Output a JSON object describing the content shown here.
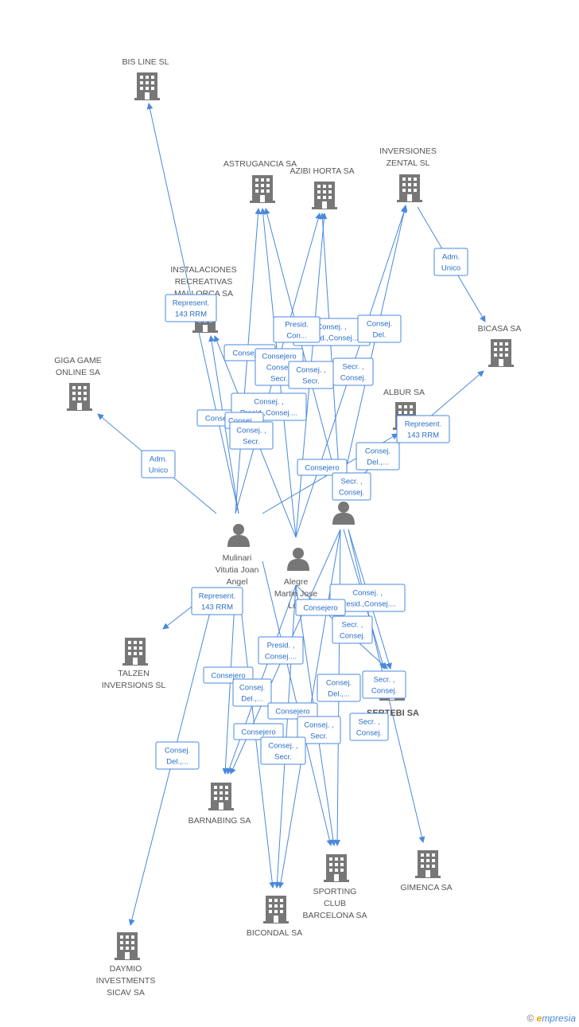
{
  "colors": {
    "edge": "#4a89dc",
    "icon": "#777777",
    "highlight": "#e8573a",
    "label": "#555555"
  },
  "nodes": [
    {
      "id": "bisline",
      "type": "company",
      "lines": [
        "BIS LINE SL"
      ]
    },
    {
      "id": "astrugancia",
      "type": "company",
      "lines": [
        "ASTRUGANCIA SA"
      ]
    },
    {
      "id": "azibi",
      "type": "company",
      "lines": [
        "AZIBI HORTA SA"
      ]
    },
    {
      "id": "zental",
      "type": "company",
      "lines": [
        "INVERSIONES",
        "ZENTAL SL"
      ]
    },
    {
      "id": "instalaciones",
      "type": "company",
      "lines": [
        "INSTALACIONES",
        "RECREATIVAS",
        "MALLORCA SA"
      ]
    },
    {
      "id": "bicasa",
      "type": "company",
      "lines": [
        "BICASA SA"
      ]
    },
    {
      "id": "giga",
      "type": "company",
      "lines": [
        "GIGA GAME",
        "ONLINE SA"
      ]
    },
    {
      "id": "albur",
      "type": "company",
      "lines": [
        "ALBUR SA"
      ]
    },
    {
      "id": "mulinari",
      "type": "person",
      "lines": [
        "Mulinari",
        "Vitutia Joan",
        "Angel"
      ]
    },
    {
      "id": "alegre",
      "type": "person",
      "lines": [
        "Alegre",
        "Martin Jose",
        "Luis"
      ]
    },
    {
      "id": "p3",
      "type": "person",
      "lines": []
    },
    {
      "id": "talzen",
      "type": "company",
      "lines": [
        "TALZEN",
        "INVERSIONS SL"
      ]
    },
    {
      "id": "sertebi",
      "type": "company",
      "main": true,
      "lines": [
        "SERTEBI SA"
      ]
    },
    {
      "id": "barnabing",
      "type": "company",
      "lines": [
        "BARNABING SA"
      ]
    },
    {
      "id": "sporting",
      "type": "company",
      "lines": [
        "SPORTING",
        "CLUB",
        "BARCELONA SA"
      ]
    },
    {
      "id": "gimenca",
      "type": "company",
      "lines": [
        "GIMENCA SA"
      ]
    },
    {
      "id": "bicondal",
      "type": "company",
      "lines": [
        "BICONDAL SA"
      ]
    },
    {
      "id": "daymio",
      "type": "company",
      "lines": [
        "DAYMIO",
        "INVESTMENTS",
        "SICAV SA"
      ]
    }
  ],
  "roles": [
    {
      "lines": [
        "Represent.",
        "143 RRM"
      ]
    },
    {
      "lines": [
        "Adm.",
        "Unico"
      ]
    },
    {
      "lines": [
        "Adm.",
        "Unico"
      ]
    },
    {
      "lines": [
        "Consej. ,",
        "Presid.,Consej...."
      ]
    },
    {
      "lines": [
        "Presid.",
        "Con..."
      ]
    },
    {
      "lines": [
        "Consej.",
        "Del."
      ]
    },
    {
      "lines": [
        "Consejero"
      ]
    },
    {
      "lines": [
        "Consej...."
      ]
    },
    {
      "lines": [
        "Consejero",
        "Consej.",
        "Secr."
      ]
    },
    {
      "lines": [
        "Consej. ,",
        "Secr."
      ]
    },
    {
      "lines": [
        "Secr. ,",
        "Consej."
      ]
    },
    {
      "lines": [
        "Consej. ,",
        "Presid.,Consej...."
      ]
    },
    {
      "lines": [
        "Consej...."
      ]
    },
    {
      "lines": [
        "Consej. ,",
        "Secr."
      ]
    },
    {
      "lines": [
        "Represent.",
        "143 RRM"
      ]
    },
    {
      "lines": [
        "Consej.",
        "Del.,..."
      ]
    },
    {
      "lines": [
        "Consejero"
      ]
    },
    {
      "lines": [
        "Secr. ,",
        "Consej."
      ]
    },
    {
      "lines": [
        "Represent.",
        "143 RRM"
      ]
    },
    {
      "lines": [
        "Consej. ,",
        "Presid.,Consej...."
      ]
    },
    {
      "lines": [
        "Consejero"
      ]
    },
    {
      "lines": [
        "Secr. ,",
        "Consej."
      ]
    },
    {
      "lines": [
        "Presid. ,",
        "Consej...."
      ]
    },
    {
      "lines": [
        "Consejero"
      ]
    },
    {
      "lines": [
        "Secr. ,",
        "Consej."
      ]
    },
    {
      "lines": [
        "Consej.",
        "Del.,..."
      ]
    },
    {
      "lines": [
        "Consej.",
        "Del.,..."
      ]
    },
    {
      "lines": [
        "Consejero"
      ]
    },
    {
      "lines": [
        "Consejero"
      ]
    },
    {
      "lines": [
        "Consej. ,",
        "Secr."
      ]
    },
    {
      "lines": [
        "Consej. ,",
        "Secr."
      ]
    },
    {
      "lines": [
        "Secr. ,",
        "Consej."
      ]
    },
    {
      "lines": [
        "Consej.",
        "Del.,..."
      ]
    }
  ],
  "watermark": {
    "copyright": "©",
    "brand_e": "e",
    "brand_rest": "mpresia"
  }
}
